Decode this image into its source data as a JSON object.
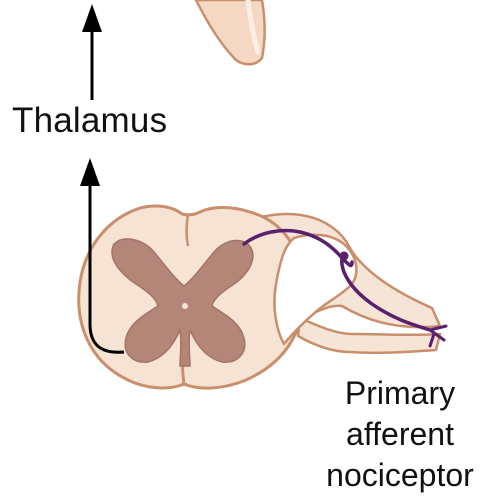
{
  "labels": {
    "thalamus": "Thalamus",
    "nociceptor_line1": "Primary",
    "nociceptor_line2": "afferent",
    "nociceptor_line3": "nociceptor"
  },
  "colors": {
    "tissue_outer": "#f6e3d3",
    "tissue_edge": "#c98f6c",
    "gray_matter": "#b48677",
    "nerve_root_fill": "#f6e5d6",
    "ganglion_fill": "#ffffff",
    "nociceptor": "#5a1f6e",
    "pathway": "#000000",
    "upper_structure": "#f5d8c3"
  }
}
